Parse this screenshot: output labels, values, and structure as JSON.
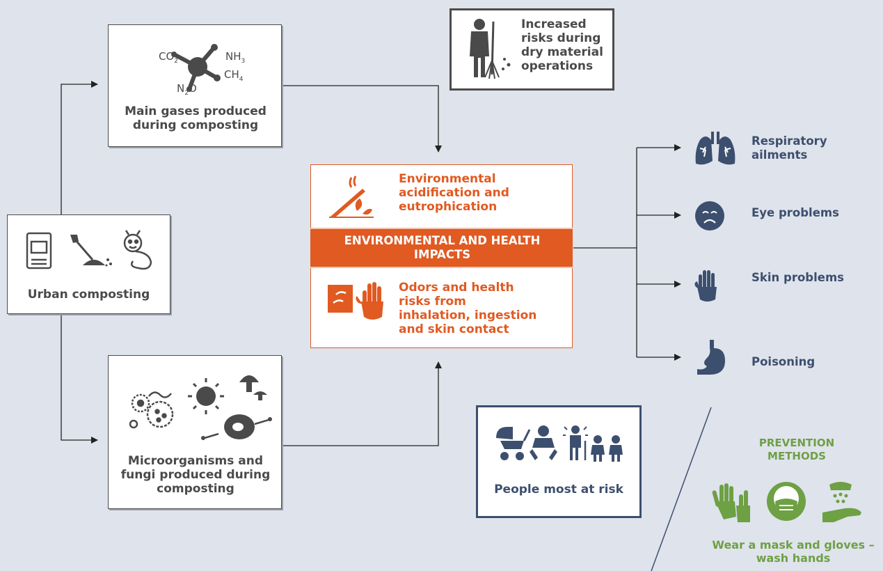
{
  "source": {
    "title": "Urban composting"
  },
  "gases": {
    "label": "Main gases produced during composting",
    "molecules": {
      "co2": "CO",
      "co2_sub": "2",
      "nh3": "NH",
      "nh3_sub": "3",
      "ch4": "CH",
      "ch4_sub": "4",
      "n2o_a": "N",
      "n2o_sub": "2",
      "n2o_b": "O"
    }
  },
  "microorganisms": {
    "label": "Microorganisms and fungi produced during composting"
  },
  "dry_ops": {
    "label": "Increased risks during dry material operations"
  },
  "impacts": {
    "title": "ENVIRONMENTAL AND HEALTH IMPACTS",
    "env": "Environmental acidification and eutrophication",
    "health": "Odors and health risks from inhalation, ingestion and skin contact"
  },
  "at_risk": {
    "label": "People most at risk"
  },
  "effects": [
    {
      "label": "Respiratory ailments",
      "icon": "lungs-icon"
    },
    {
      "label": "Eye problems",
      "icon": "sad-face-icon"
    },
    {
      "label": "Skin problems",
      "icon": "hand-icon"
    },
    {
      "label": "Poisoning",
      "icon": "stomach-icon"
    }
  ],
  "prevention": {
    "title": "PREVENTION METHODS",
    "label": "Wear a mask and gloves – wash hands"
  },
  "colors": {
    "orange": "#e05a22",
    "navy": "#3d4f6e",
    "green": "#6ea044",
    "dark": "#4a4a4a",
    "background": "#dfe3ec"
  }
}
